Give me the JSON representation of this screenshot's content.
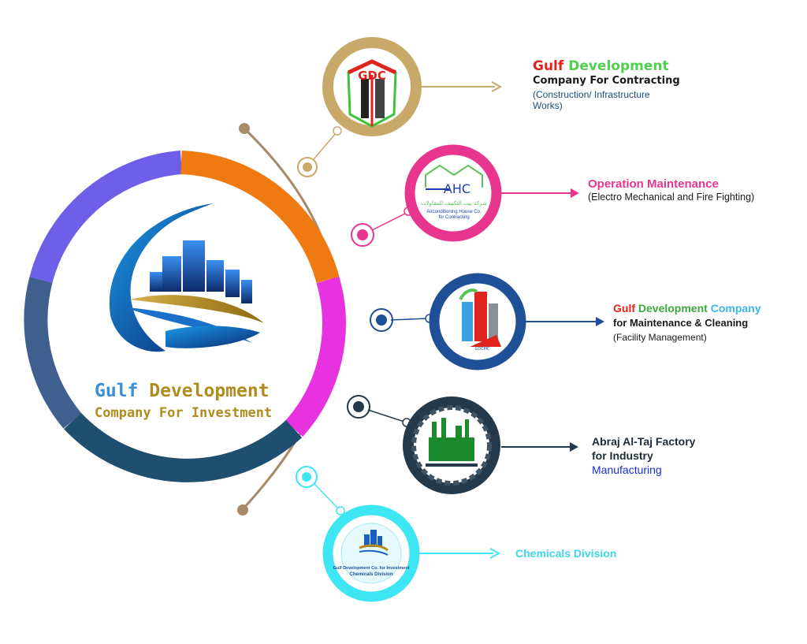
{
  "company": {
    "name_part1": "Gulf",
    "name_part2": "Development",
    "name_line2": "Company For Investment",
    "colors": {
      "blue": "#3a8fd6",
      "gold": "#b08b1e"
    }
  },
  "divisions": [
    {
      "id": "contracting",
      "logo_text": "GDC",
      "title_parts": [
        "Gulf",
        "Development"
      ],
      "title_colors": [
        "#e0231c",
        "#4fd04f"
      ],
      "subtitle": "Company For Contracting",
      "description": "(Construction/ Infrastructure Works)",
      "ring_color": "#c9a96a",
      "icon": "building-cube-icon"
    },
    {
      "id": "maintenance",
      "logo_text": "AHC",
      "logo_caption_ar": "شركة بيت التكييف للمقاولات",
      "logo_caption_en1": "Airconditioning House Co.",
      "logo_caption_en2": "for Contracting",
      "title": "Operation Maintenance",
      "subtitle": "(Electro Mechanical and Fire Fighting)",
      "ring_color": "#e8368f",
      "icon": "house-outline-icon"
    },
    {
      "id": "cleaning",
      "logo_text": "GDCMC",
      "title_parts": [
        "Gulf",
        "Development",
        "Company"
      ],
      "title_colors": [
        "#e0231c",
        "#3aa83a",
        "#3ab7e8"
      ],
      "subtitle": "for Maintenance & Cleaning",
      "description": "(Facility Management)",
      "ring_color": "#1f4f96",
      "icon": "towers-icon"
    },
    {
      "id": "industry",
      "title": "Abraj Al-Taj Factory",
      "subtitle": "for Industry",
      "description": "Manufacturing",
      "ring_color": "#24394a",
      "icon": "factory-gear-icon"
    },
    {
      "id": "chemicals",
      "logo_caption1": "Gulf Development Co. for Investment",
      "logo_caption2": "Chemicals Division",
      "title": "Chemicals Division",
      "ring_color": "#3ee6f4",
      "icon": "chemicals-building-icon"
    }
  ],
  "colors": {
    "arc": "#a88a6a",
    "ring_purple": "#6f5ee8",
    "ring_orange": "#f07a12",
    "ring_magenta": "#e832e0",
    "ring_navy": "#1e4f6e",
    "ring_slate": "#3f5f8f"
  }
}
